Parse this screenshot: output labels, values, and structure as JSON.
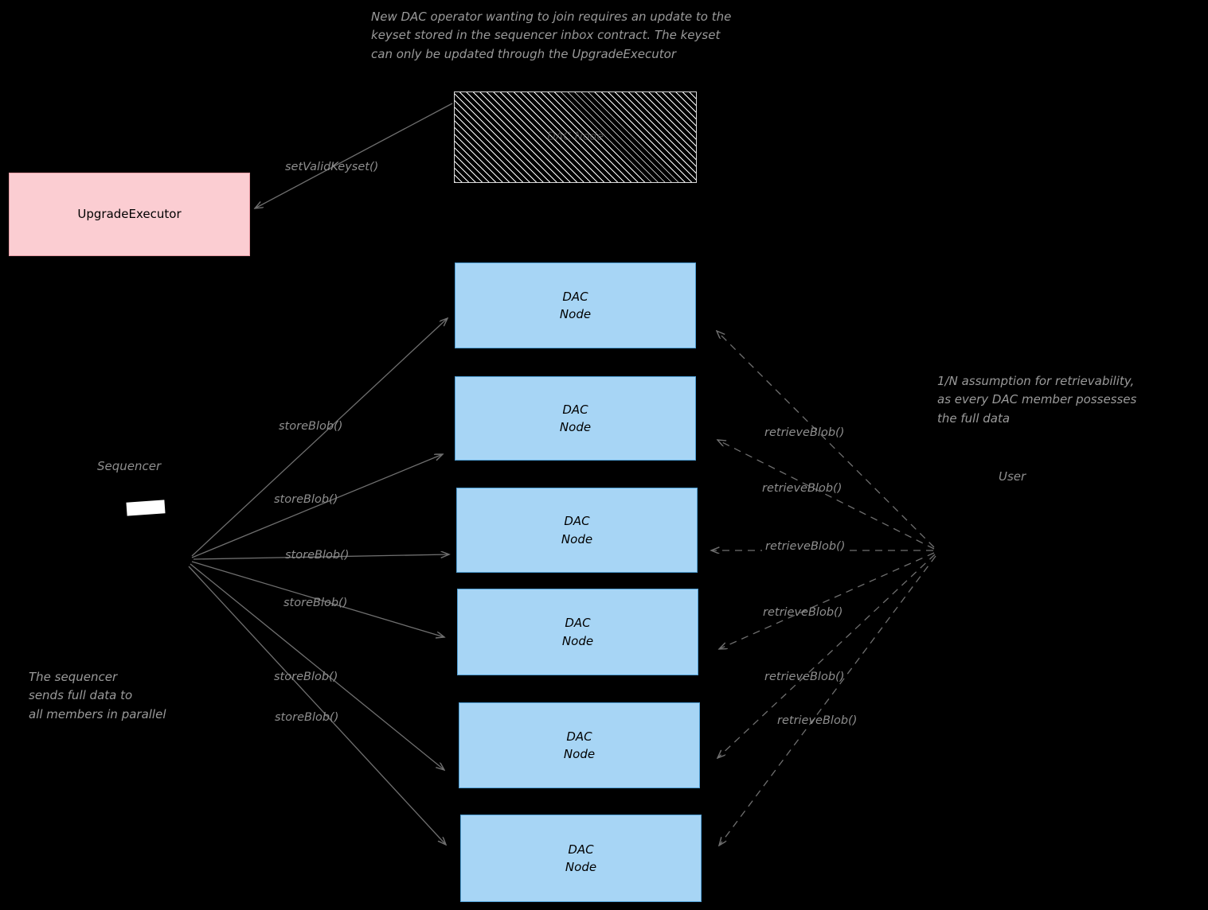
{
  "diagram": {
    "title_note": "New DAC operator wanting to join requires an update to the\nkeyset stored in the sequencer inbox contract. The keyset\ncan only be updated through the UpgradeExecutor",
    "hatched_box_label": "DAC Node",
    "upgrade_executor_label": "UpgradeExecutor",
    "set_valid_keyset_label": "setValidKeyset()",
    "sequencer_label": "Sequencer",
    "user_label": "User",
    "sequencer_note": "The sequencer\nsends full data to\nall members in parallel",
    "retrievability_note": "1/N assumption for retrievability,\nas every DAC member possesses\nthe full data",
    "dac_nodes": [
      {
        "line1": "DAC",
        "line2": "Node"
      },
      {
        "line1": "DAC",
        "line2": "Node"
      },
      {
        "line1": "DAC",
        "line2": "Node"
      },
      {
        "line1": "DAC",
        "line2": "Node"
      },
      {
        "line1": "DAC",
        "line2": "Node"
      },
      {
        "line1": "DAC",
        "line2": "Node"
      }
    ],
    "store_blob_labels": [
      "storeBlob()",
      "storeBlob()",
      "storeBlob()",
      "storeBlob()",
      "storeBlob()",
      "storeBlob()"
    ],
    "retrieve_blob_labels": [
      "retrieveBlob()",
      "retrieveBlob()",
      "retrieveBlob()",
      "retrieveBlob()",
      "retrieveBlob()",
      "retrieveBlob()"
    ],
    "colors": {
      "background": "#000000",
      "dac_node_fill": "#a7d5f5",
      "dac_node_stroke": "#4f9ed4",
      "upgrade_executor_fill": "#fbcdd2",
      "upgrade_executor_stroke": "#e79aa3",
      "arrow": "#6f6f6f",
      "note_text": "#9a9a9a"
    }
  }
}
